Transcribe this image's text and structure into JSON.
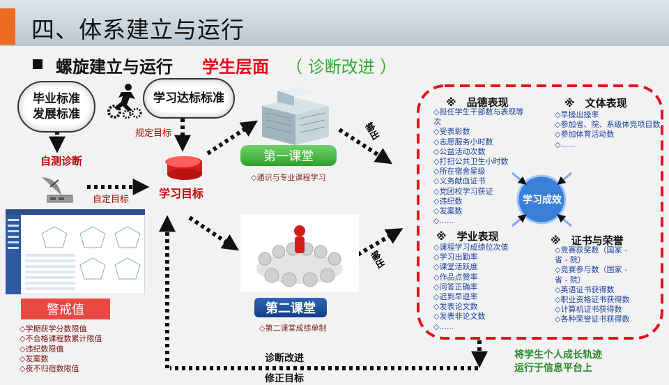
{
  "header": {
    "title": "四、体系建立与运行",
    "subtitle_main": "螺旋建立与运行",
    "subtitle_red": "学生层面",
    "subtitle_green": "（ 诊断改进 ）"
  },
  "clouds": {
    "graduation": "毕业标准\n发展标准",
    "learning_standard": "学习达标标准"
  },
  "labels": {
    "self_diagnosis": "自测诊断",
    "learning_goal": "学习目标",
    "set_goal": "规定目标",
    "self_goal": "自定目标",
    "output_1": "输出",
    "output_2": "输出",
    "diagnose_improve": "诊断改进",
    "revise_goal": "修正目标"
  },
  "first_class": {
    "label": "第一课堂",
    "note": "◇通识与专业课程学习"
  },
  "second_class": {
    "label": "第二课堂",
    "note": "◇第二课堂成绩单制"
  },
  "warning": {
    "label": "警戒值",
    "items": [
      "◇学期获学分数限值",
      "◇不合格课程数累计限值",
      "◇违纪数限值",
      "◇发案数",
      "◇夜不归宿数限值"
    ]
  },
  "results": {
    "center": "学习成效",
    "moral": {
      "head": "※　品德表现",
      "items": [
        "◇担任学生干部数与表现等",
        "次",
        "◇受表彰数",
        "◇志愿服务小时数",
        "◇公益活动次数",
        "◇打扫公共卫生小时数",
        "◇所在宿舍星级",
        "◇义务献血证书",
        "◇党团校学习获证",
        "◇违纪数",
        "◇发案数",
        "◇......"
      ]
    },
    "sports": {
      "head": "※　文体表现",
      "items": [
        "◇早操出操率",
        "◇参加省、院、系级体竞项目数",
        "◇参加体育活动数",
        "◇......"
      ]
    },
    "academic": {
      "head": "※　学业表现",
      "items": [
        "◇课程学习成绩位次值",
        "◇学习出勤率",
        "◇课堂活跃度",
        "◇作品点赞率",
        "◇问答正确率",
        "◇迟到早退率",
        "◇发表论文数",
        "◇发表非论文数",
        "◇......"
      ]
    },
    "certificates": {
      "head": "※　证书与荣誉",
      "items": [
        "◇竞赛获奖数（国家 -",
        "省 - 院）",
        "◇竞赛参与数（国家 -",
        "省 - 院）",
        "◇英语证书获得数",
        "◇职业资格证书获得数",
        "◇计算机证书获得数",
        "◇各种荣誉证书获得数"
      ]
    }
  },
  "platform_note": [
    "将学生个人成长轨迹",
    "运行于信息平台上"
  ],
  "colors": {
    "accent_orange": "#ef6b1f",
    "red": "#e2091a",
    "green": "#2fae2f",
    "blue": "#1b3f9a",
    "dash_red": "#e0141e"
  }
}
